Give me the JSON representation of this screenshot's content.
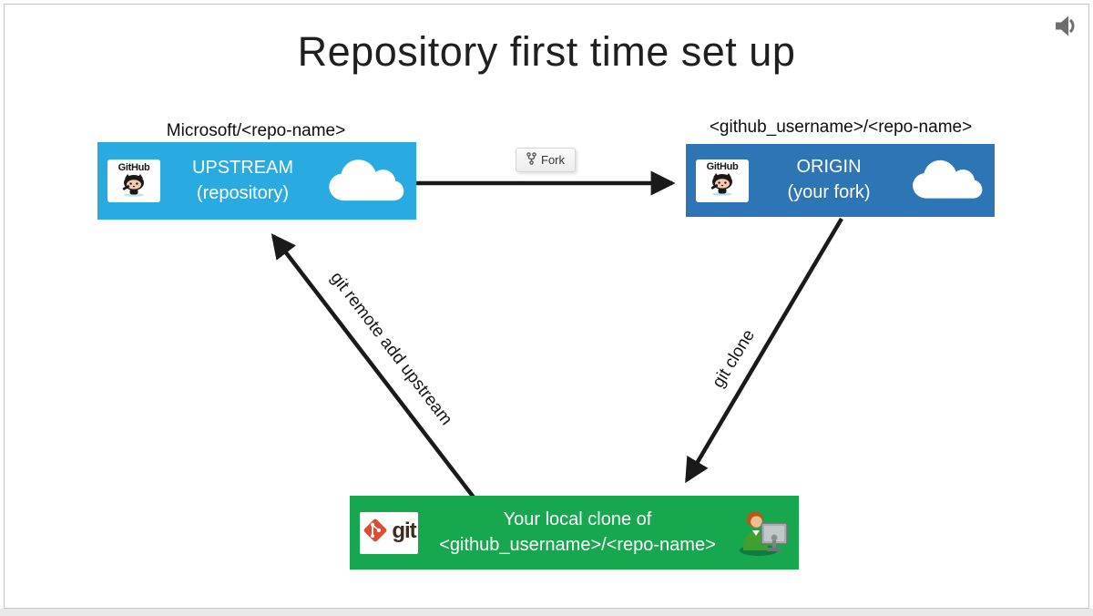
{
  "slide": {
    "title": "Repository first time set up"
  },
  "upstream": {
    "label_above": "Microsoft/<repo-name>",
    "line1": "UPSTREAM",
    "line2": "(repository)",
    "logo_text": "GitHub",
    "color": "#29ABE2"
  },
  "origin": {
    "label_above": "<github_username>/<repo-name>",
    "line1": "ORIGIN",
    "line2": "(your fork)",
    "logo_text": "GitHub",
    "color": "#2E75B6"
  },
  "local": {
    "line1": "Your local clone of",
    "line2": "<github_username>/<repo-name>",
    "logo_text": "git",
    "color": "#17A74E"
  },
  "edges": {
    "fork_button_label": "Fork",
    "remote_label": "git remote add upstream",
    "clone_label": "git clone",
    "arrow_color": "#1A1A1A"
  },
  "icons": {
    "speaker": "speaker-audio-icon",
    "fork": "repo-fork-icon",
    "octocat": "github-octocat-icon",
    "git_diamond": "git-logo-icon",
    "cloud": "cloud-icon",
    "person": "person-at-computer-icon"
  }
}
